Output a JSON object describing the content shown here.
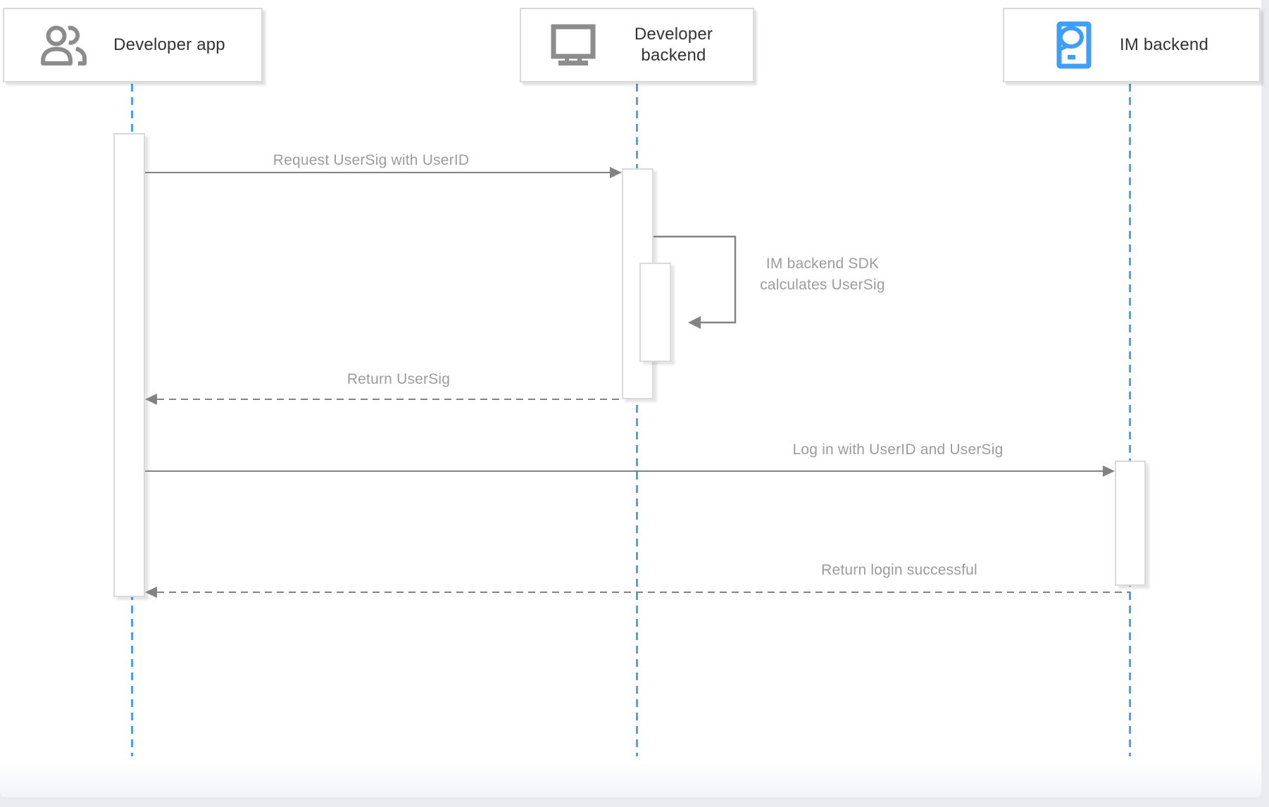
{
  "diagram": {
    "actors": [
      {
        "label": "Developer app",
        "icon": "users-icon"
      },
      {
        "label": "Developer backend",
        "icon": "monitor-icon"
      },
      {
        "label": "IM backend",
        "icon": "chat-device-icon"
      }
    ],
    "messages": [
      {
        "label": "Request UserSig with UserID",
        "type": "solid",
        "from": "Developer app",
        "to": "Developer backend"
      },
      {
        "label": "IM backend SDK calculates UserSig",
        "type": "self-loop",
        "on": "Developer backend",
        "lines": [
          "IM backend SDK",
          "calculates UserSig"
        ]
      },
      {
        "label": "Return UserSig",
        "type": "dashed",
        "from": "Developer backend",
        "to": "Developer app"
      },
      {
        "label": "Log in with UserID and UserSig",
        "type": "solid",
        "from": "Developer app",
        "to": "IM backend"
      },
      {
        "label": "Return login successful",
        "type": "dashed",
        "from": "IM backend",
        "to": "Developer app"
      }
    ]
  },
  "colors": {
    "lifeline": "#4aa0f2",
    "arrow": "#838383",
    "label": "#9c9c9c",
    "icon-gray": "#8c8c8c",
    "icon-blue": "#3f9ef6",
    "box-border": "#d9d9d9"
  }
}
